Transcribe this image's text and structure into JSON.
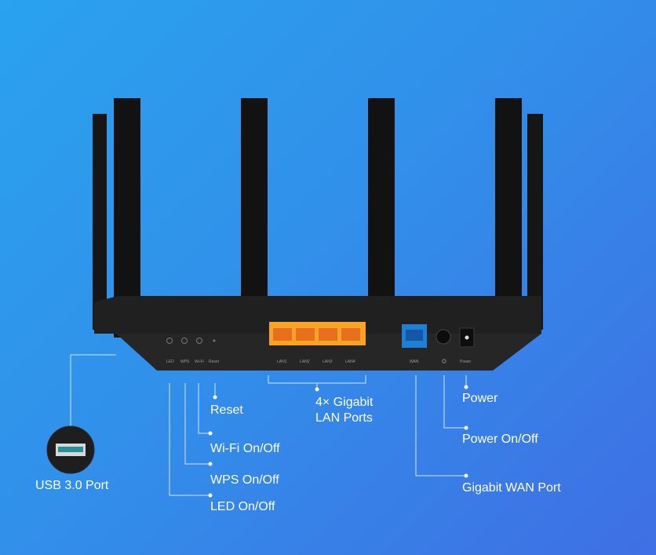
{
  "router": {
    "port_labels": [
      "LED",
      "WPS",
      "Wi-Fi",
      "Reset",
      "LAN1",
      "LAN2",
      "LAN3",
      "LAN4",
      "WAN",
      "Power"
    ],
    "colors": {
      "lan": "#f6a327",
      "wan": "#1d7fd6",
      "body": "#1c1c1c"
    }
  },
  "callouts": {
    "usb": "USB 3.0 Port",
    "reset": "Reset",
    "wifi": "Wi-Fi On/Off",
    "wps": "WPS On/Off",
    "led": "LED On/Off",
    "lan_line1": "4× Gigabit",
    "lan_line2": "LAN Ports",
    "power": "Power",
    "power_onoff": "Power On/Off",
    "wan": "Gigabit WAN Port"
  }
}
